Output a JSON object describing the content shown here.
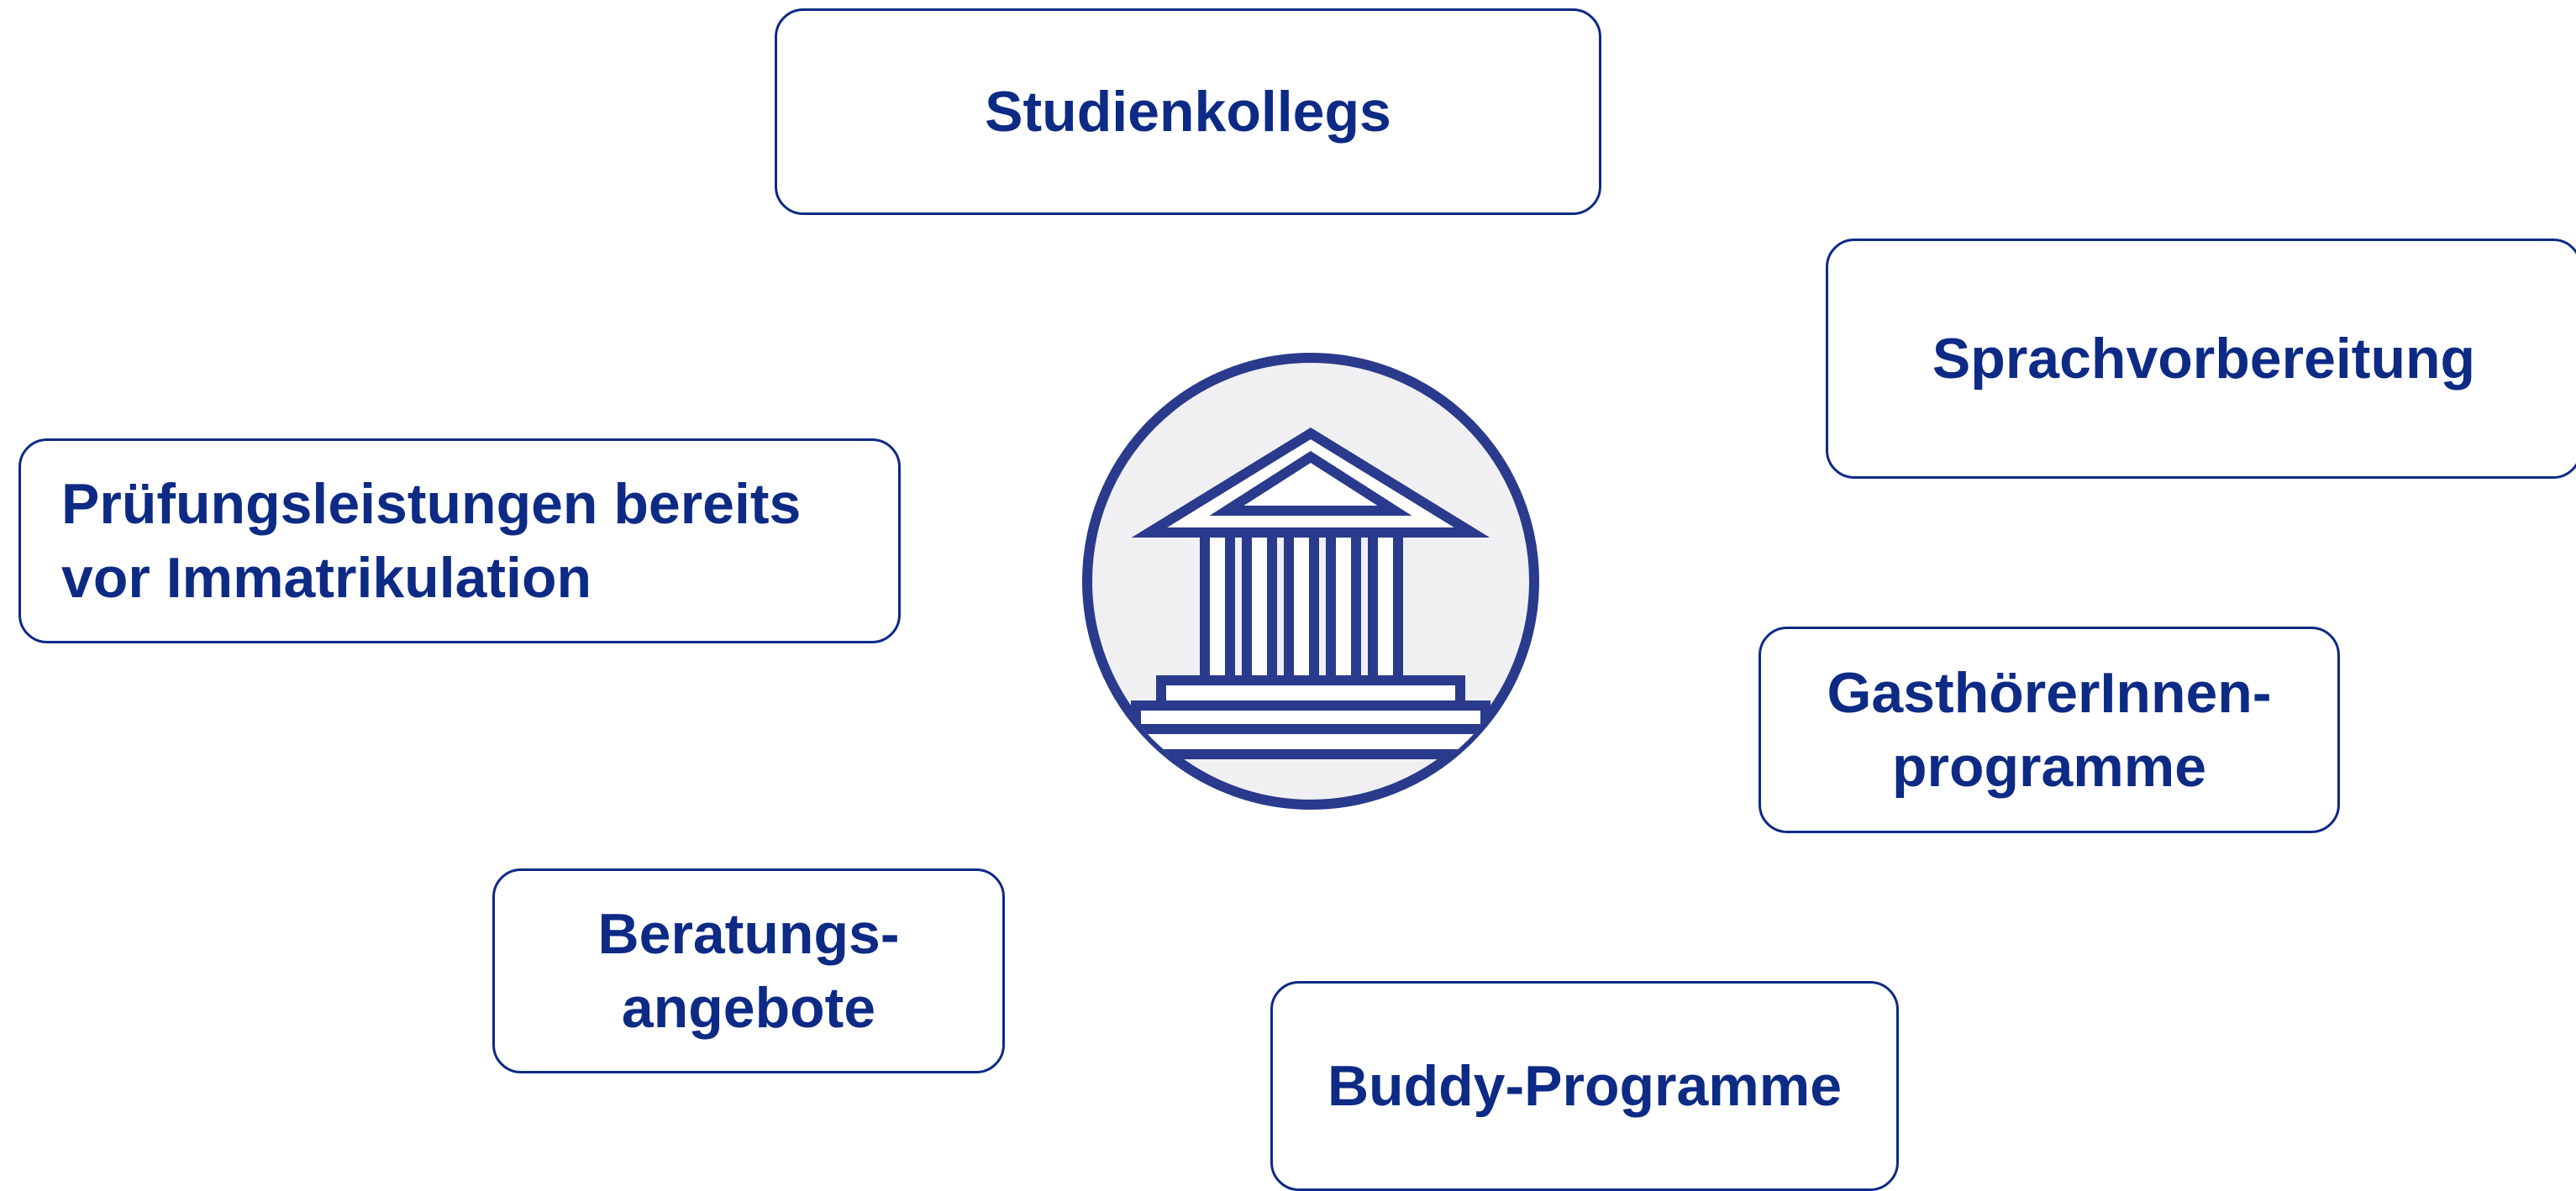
{
  "colors": {
    "accent": "#0d2a85",
    "emblem_fill": "#f0f0f2",
    "emblem_stroke": "#2a3a8c",
    "background": "#ffffff"
  },
  "center": {
    "icon": "university-building-icon"
  },
  "items": [
    {
      "id": "studienkollegs",
      "label": "Studienkollegs"
    },
    {
      "id": "sprachvorbereitung",
      "label": "Sprachvorbereitung"
    },
    {
      "id": "pruefungsleistungen",
      "label": "Prüfungsleistungen bereits\nvor Immatrikulation"
    },
    {
      "id": "gasthoerer",
      "label": "GasthörerInnen-\nprogramme"
    },
    {
      "id": "beratung",
      "label": "Beratungs-\nangebote"
    },
    {
      "id": "buddy",
      "label": "Buddy-Programme"
    }
  ]
}
